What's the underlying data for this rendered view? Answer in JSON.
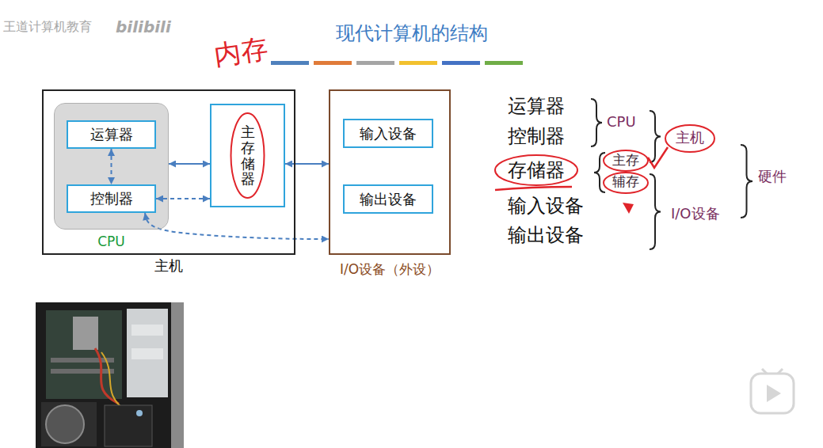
{
  "diagram": {
    "title": "现代计算机的结构",
    "nodes": [
      {
        "text": [
          "主机"
        ]
      },
      {
        "text": [
          "CPU"
        ],
        "in": 0
      },
      {
        "text": [
          "运算器"
        ],
        "in": 1
      },
      {
        "text": [
          "控制器"
        ],
        "in": 1
      },
      {
        "text": [
          "主存储器"
        ],
        "in": 0
      },
      {
        "text": [
          "I/O设备（外设）"
        ]
      },
      {
        "text": [
          "输入设备"
        ],
        "in": 5
      },
      {
        "text": [
          "输出设备"
        ],
        "in": 5
      }
    ],
    "edges": [
      {
        "from": 2,
        "to": 3,
        "arrow": "both"
      },
      {
        "from": 1,
        "to": 4,
        "arrow": "both"
      },
      {
        "from": 3,
        "to": 4,
        "arrow": "both"
      },
      {
        "from": 4,
        "to": 5,
        "arrow": "both"
      },
      {
        "from": 3,
        "to": 5,
        "arrow": "both"
      }
    ],
    "labels": [
      "内存",
      "运算器",
      "控制器",
      "存储器",
      "输入设备",
      "输出设备",
      "CPU",
      "主机",
      "主存",
      "辅存",
      "I/O设备",
      "硬件",
      "王道计算机教育",
      "bilibili"
    ]
  }
}
